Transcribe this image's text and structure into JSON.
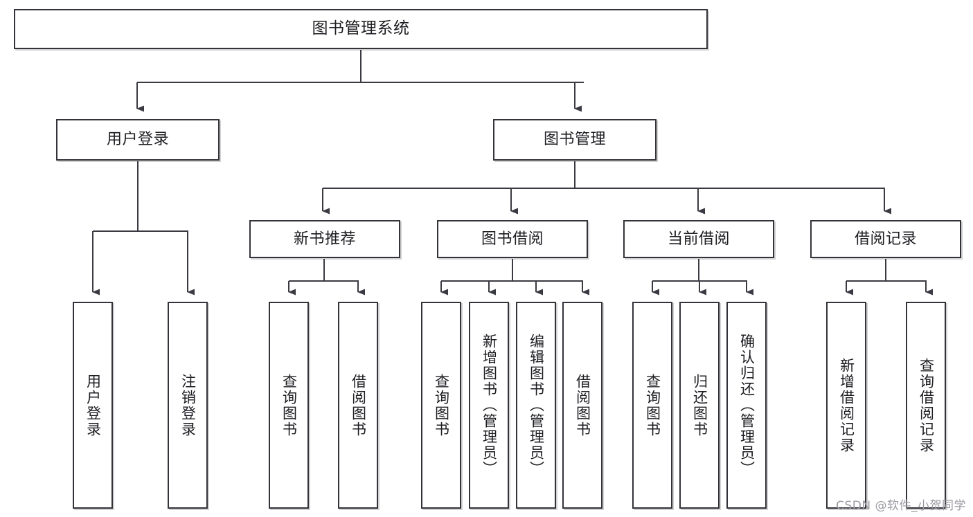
{
  "diagram": {
    "type": "tree-hierarchy",
    "title": "图书管理系统",
    "watermark": "CSDN @软件_小贺同学",
    "colors": {
      "box_border": "#33333a",
      "box_fill": "#ffffff",
      "connector": "#3a3a42",
      "text": "#1d1d22",
      "watermark": "#9a9aa2",
      "background": "#ffffff"
    },
    "nodes": {
      "root": {
        "label": "图书管理系统"
      },
      "level1": [
        {
          "label": "用户登录"
        },
        {
          "label": "图书管理"
        }
      ],
      "level2": [
        {
          "label": "新书推荐"
        },
        {
          "label": "图书借阅"
        },
        {
          "label": "当前借阅"
        },
        {
          "label": "借阅记录"
        }
      ],
      "leaves": {
        "user_login": [
          {
            "label": "用户登录"
          },
          {
            "label": "注销登录"
          }
        ],
        "new_book_recommend": [
          {
            "label": "查询图书"
          },
          {
            "label": "借阅图书"
          }
        ],
        "book_borrow": [
          {
            "label": "查询图书"
          },
          {
            "label": "新增图书（管理员）"
          },
          {
            "label": "编辑图书（管理员）"
          },
          {
            "label": "借阅图书"
          }
        ],
        "current_borrow": [
          {
            "label": "查询图书"
          },
          {
            "label": "归还图书"
          },
          {
            "label": "确认归还（管理员）"
          }
        ],
        "borrow_records": [
          {
            "label": "新增借阅记录"
          },
          {
            "label": "查询借阅记录"
          }
        ]
      }
    }
  }
}
